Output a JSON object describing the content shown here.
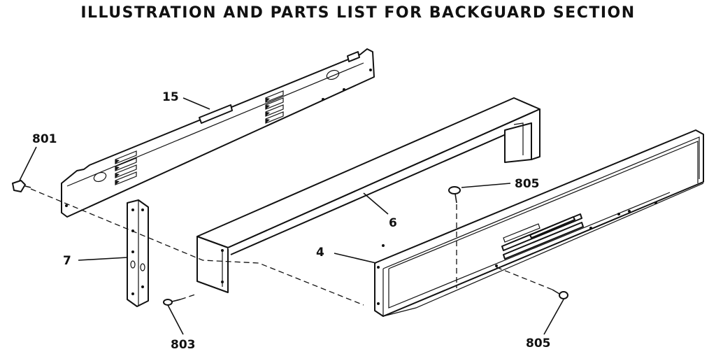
{
  "title": "ILLUSTRATION AND PARTS LIST FOR BACKGUARD SECTION",
  "callouts": {
    "p15": "15",
    "p801": "801",
    "p7": "7",
    "p803": "803",
    "p6": "6",
    "p4": "4",
    "p805a": "805",
    "p805b": "805"
  }
}
